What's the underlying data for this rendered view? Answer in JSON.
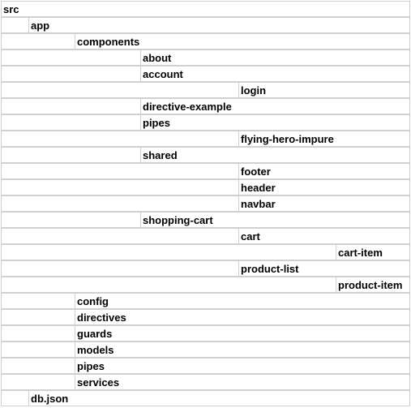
{
  "tree": {
    "rows": [
      {
        "level": 0,
        "label": "src"
      },
      {
        "level": 1,
        "label": "app"
      },
      {
        "level": 2,
        "label": "components"
      },
      {
        "level": 3,
        "label": "about"
      },
      {
        "level": 3,
        "label": "account"
      },
      {
        "level": 4,
        "label": "login"
      },
      {
        "level": 3,
        "label": "directive-example"
      },
      {
        "level": 3,
        "label": "pipes"
      },
      {
        "level": 4,
        "label": "flying-hero-impure"
      },
      {
        "level": 3,
        "label": "shared"
      },
      {
        "level": 4,
        "label": "footer"
      },
      {
        "level": 4,
        "label": "header"
      },
      {
        "level": 4,
        "label": "navbar"
      },
      {
        "level": 3,
        "label": "shopping-cart"
      },
      {
        "level": 4,
        "label": "cart"
      },
      {
        "level": 5,
        "label": "cart-item"
      },
      {
        "level": 4,
        "label": "product-list"
      },
      {
        "level": 5,
        "label": "product-item"
      },
      {
        "level": 2,
        "label": "config"
      },
      {
        "level": 2,
        "label": "directives"
      },
      {
        "level": 2,
        "label": "guards"
      },
      {
        "level": 2,
        "label": "models"
      },
      {
        "level": 2,
        "label": "pipes"
      },
      {
        "level": 2,
        "label": "services"
      },
      {
        "level": 1,
        "label": "db.json"
      }
    ]
  },
  "colors": {
    "grid": "#d0d0d0",
    "text": "#000000",
    "background": "#ffffff"
  }
}
